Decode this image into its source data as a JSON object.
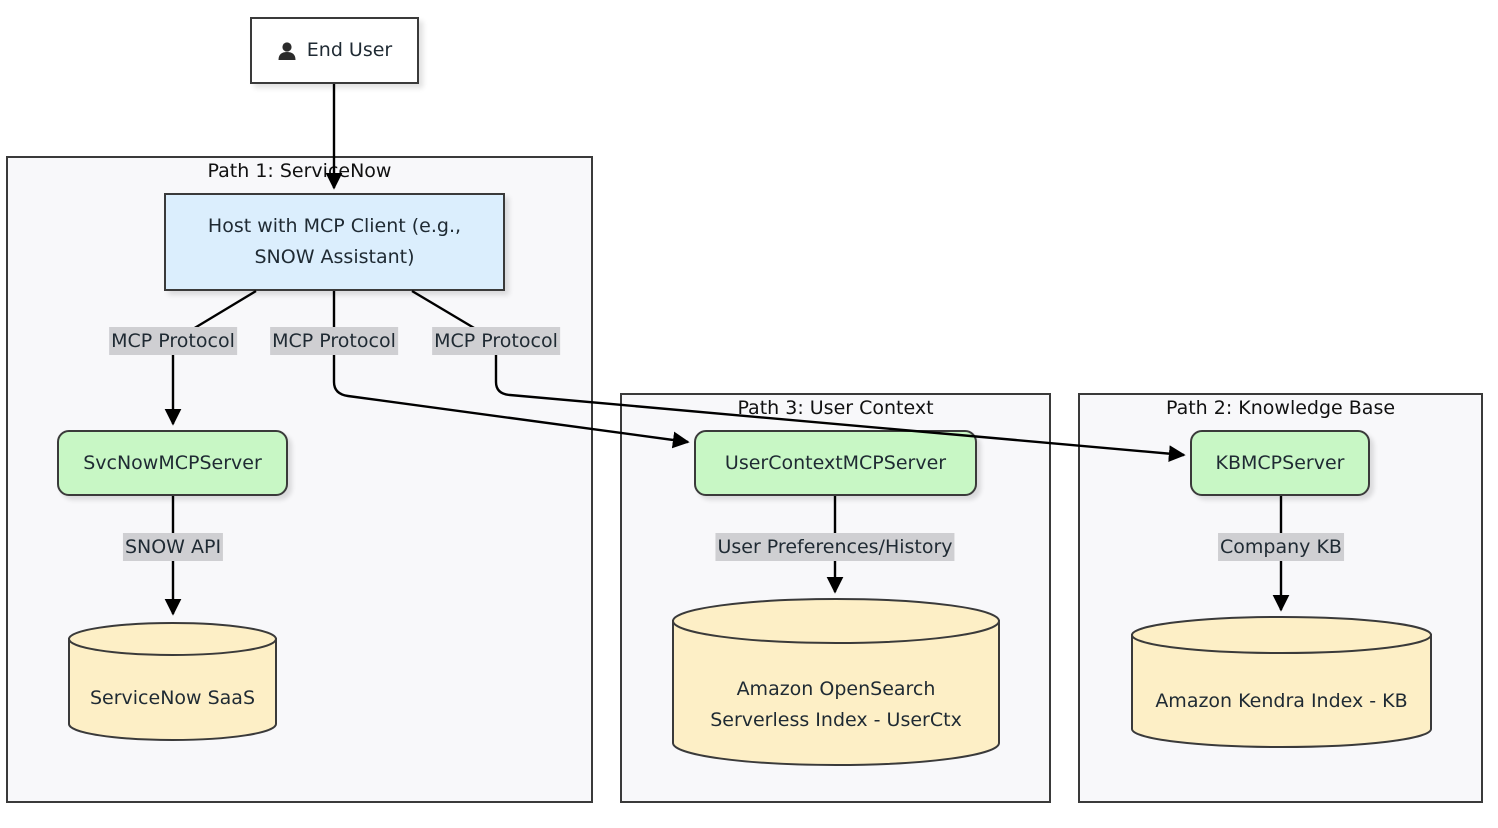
{
  "subgraphs": {
    "servicenow": {
      "title": "Path 1: ServiceNow"
    },
    "usercontext": {
      "title": "Path 3: User Context"
    },
    "knowledgebase": {
      "title": "Path 2: Knowledge Base"
    }
  },
  "nodes": {
    "end_user": {
      "icon": "person-icon",
      "label": "End User"
    },
    "host": {
      "line1": "Host with MCP Client (e.g.,",
      "line2": "SNOW Assistant)"
    },
    "svcnow_server": {
      "label": "SvcNowMCPServer"
    },
    "usercontext_server": {
      "label": "UserContextMCPServer"
    },
    "kb_server": {
      "label": "KBMCPServer"
    },
    "servicenow_saas": {
      "label": "ServiceNow SaaS"
    },
    "opensearch": {
      "line1": "Amazon OpenSearch",
      "line2": "Serverless Index - UserCtx"
    },
    "kendra": {
      "label": "Amazon Kendra Index - KB"
    }
  },
  "edges": {
    "host_to_svcnow": "MCP Protocol",
    "host_to_usercontext": "MCP Protocol",
    "host_to_kb": "MCP Protocol",
    "svcnow_to_saas": "SNOW API",
    "usercontext_to_opensearch": "User Preferences/History",
    "kb_to_kendra": "Company KB"
  },
  "colors": {
    "host_fill": "#dbeefd",
    "server_fill": "#c8f7c5",
    "database_fill": "#fdefc6",
    "label_background": "#cfcfd2",
    "subgraph_fill": "#f8f8fa",
    "stroke": "#3a3a3a"
  }
}
